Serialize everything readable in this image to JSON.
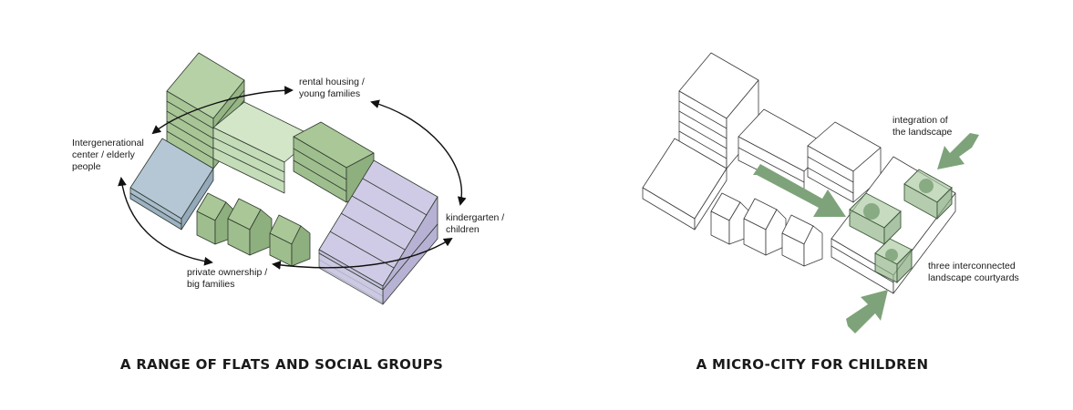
{
  "left": {
    "title": "A RANGE OF FLATS AND SOCIAL GROUPS",
    "labels": {
      "rental": [
        "rental housing /",
        "young families"
      ],
      "intergen": [
        "Intergenerational",
        "center / elderly",
        "people"
      ],
      "kinder": [
        "kindergarten /",
        "children"
      ],
      "private": [
        "private ownership /",
        "big families"
      ]
    }
  },
  "right": {
    "title": "A MICRO-CITY FOR CHILDREN",
    "labels": {
      "integration": [
        "integration of",
        "the landscape"
      ],
      "courtyards": [
        "three interconnected",
        "landscape courtyards"
      ]
    }
  },
  "colors": {
    "green_dark": "#9fbe8e",
    "green_light": "#c5dcb9",
    "blue": "#a9bccb",
    "purple": "#c4c0dd",
    "arrow_green": "#7ea37a",
    "courtyard": "#a9c8a0"
  }
}
